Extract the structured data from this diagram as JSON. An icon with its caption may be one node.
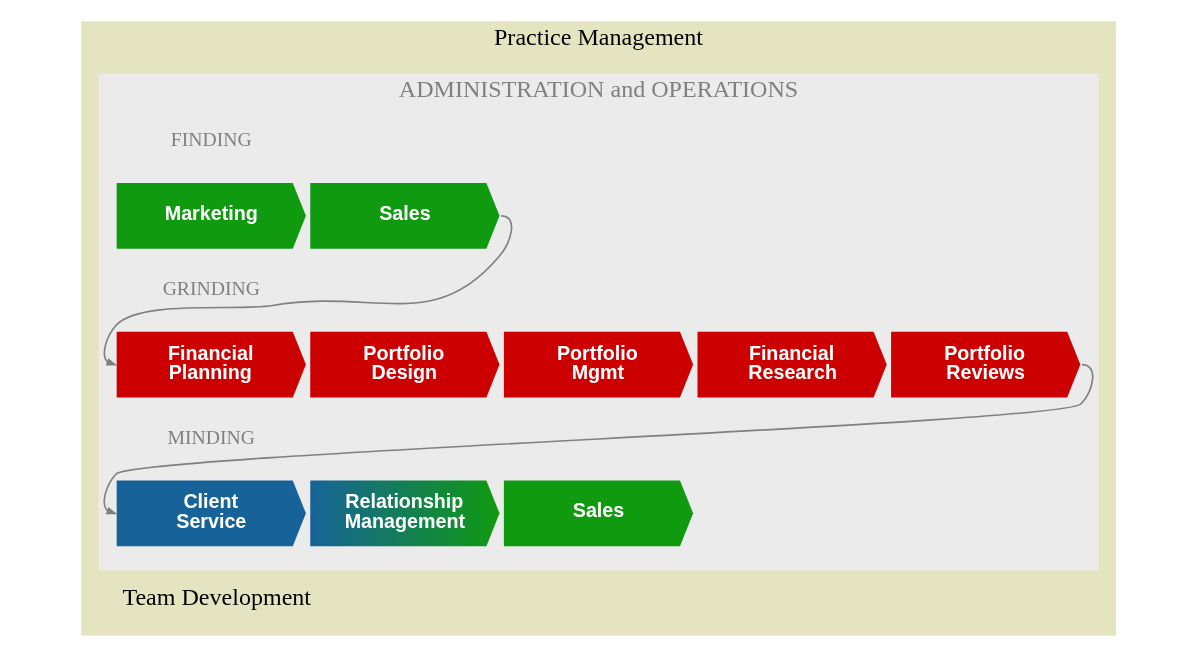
{
  "diagram": {
    "nodes": [
      {
        "text": [
          "Practice Management",
          "Team Development"
        ]
      },
      {
        "text": [
          "ADMINISTRATION and OPERATIONS"
        ],
        "in": 0
      },
      {
        "text": [
          "Marketing"
        ],
        "in": 1
      },
      {
        "text": [
          "Sales"
        ],
        "in": 1
      },
      {
        "text": [
          "Financial Planning"
        ],
        "in": 1
      },
      {
        "text": [
          "Portfolio Design"
        ],
        "in": 1
      },
      {
        "text": [
          "Portfolio Mgmt"
        ],
        "in": 1
      },
      {
        "text": [
          "Financial Research"
        ],
        "in": 1
      },
      {
        "text": [
          "Portfolio Reviews"
        ],
        "in": 1
      },
      {
        "text": [
          "Client Service"
        ],
        "in": 1
      },
      {
        "text": [
          "Relationship Management"
        ],
        "in": 1
      },
      {
        "text": [
          "Sales"
        ],
        "in": 1
      }
    ],
    "edges": [
      {
        "from": 3,
        "to": 4,
        "arrow": "to"
      },
      {
        "from": 8,
        "to": 9,
        "arrow": "to"
      }
    ],
    "labels": [
      "FINDING",
      "GRINDING",
      "MINDING"
    ]
  }
}
